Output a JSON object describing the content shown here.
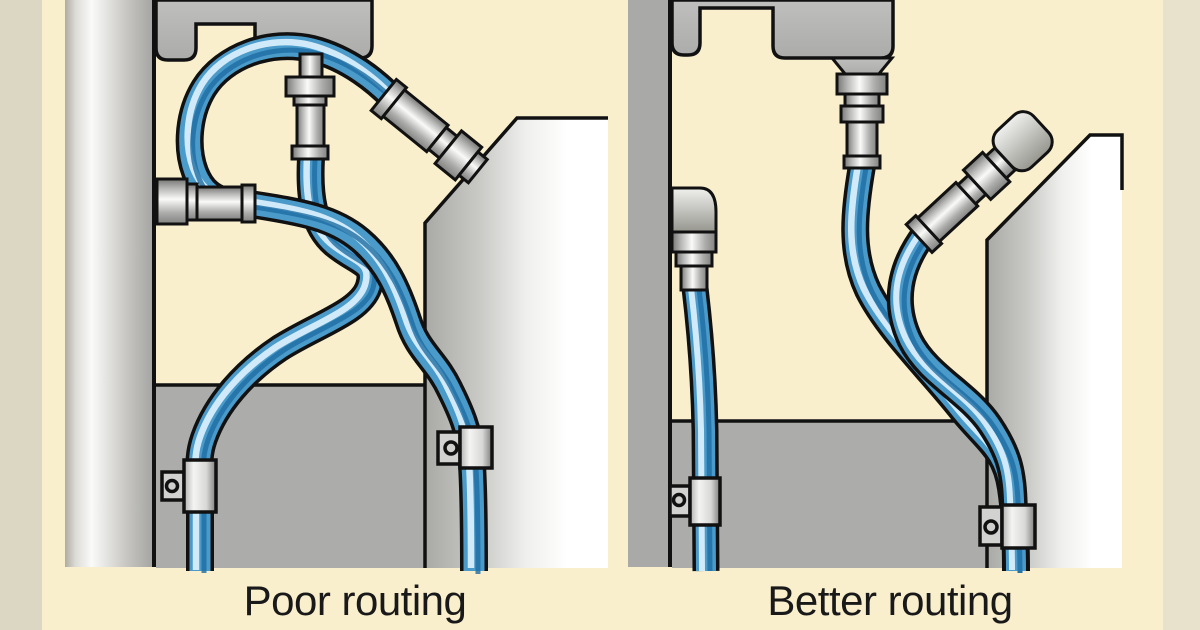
{
  "figure": {
    "type": "comparison-illustration",
    "subject": "hydraulic hose routing",
    "panels": [
      {
        "label": "Poor routing"
      },
      {
        "label": "Better routing"
      }
    ]
  },
  "colors": {
    "margin_left": "#dcd7c3",
    "margin_right": "#e8e1cc",
    "canvas_cream": "#f9efcd",
    "machine_gray": "#b5b5b3",
    "floor_gray": "#acacaa",
    "hose_blue": "#4a9aca",
    "hose_highlight": "#d8eefb",
    "hose_shadow": "#1e6da2",
    "outline_black": "#111111",
    "caption_text": "#191919"
  }
}
